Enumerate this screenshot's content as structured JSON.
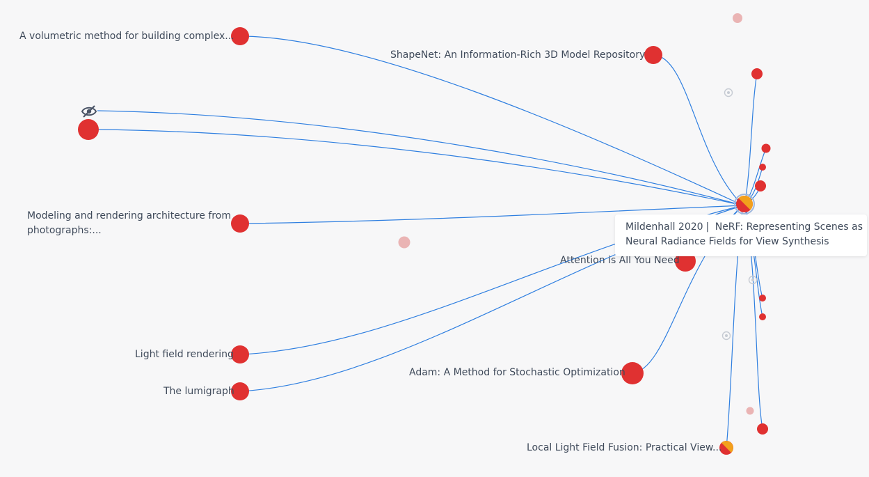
{
  "colors": {
    "edge": "#2f7fe0",
    "node": "#e03131",
    "node_faded": "#eab4b4",
    "accent_half": "#f2a01c",
    "label": "#3f4a5a",
    "background": "#f7f7f8"
  },
  "labels": {
    "volumetric": "A volumetric method for building complex...",
    "shapenet": "ShapeNet: An Information-Rich 3D Model Repository",
    "modeling_line1": "Modeling and rendering architecture from",
    "modeling_line2": "photographs:...",
    "attention": "Attention is All You Need",
    "light_field": "Light field rendering",
    "lumigraph": "The lumigraph",
    "adam": "Adam: A Method for Stochastic Optimization",
    "llff": "Local Light Field Fusion: Practical View..."
  },
  "tooltip": {
    "author_year": "Mildenhall 2020",
    "separator": "|",
    "title_line1": "NeRF: Representing Scenes as",
    "title_line2": "Neural Radiance Fields for View Synthesis"
  },
  "icons": {
    "hidden": "eye-slash-icon",
    "locate": "target-icon"
  }
}
